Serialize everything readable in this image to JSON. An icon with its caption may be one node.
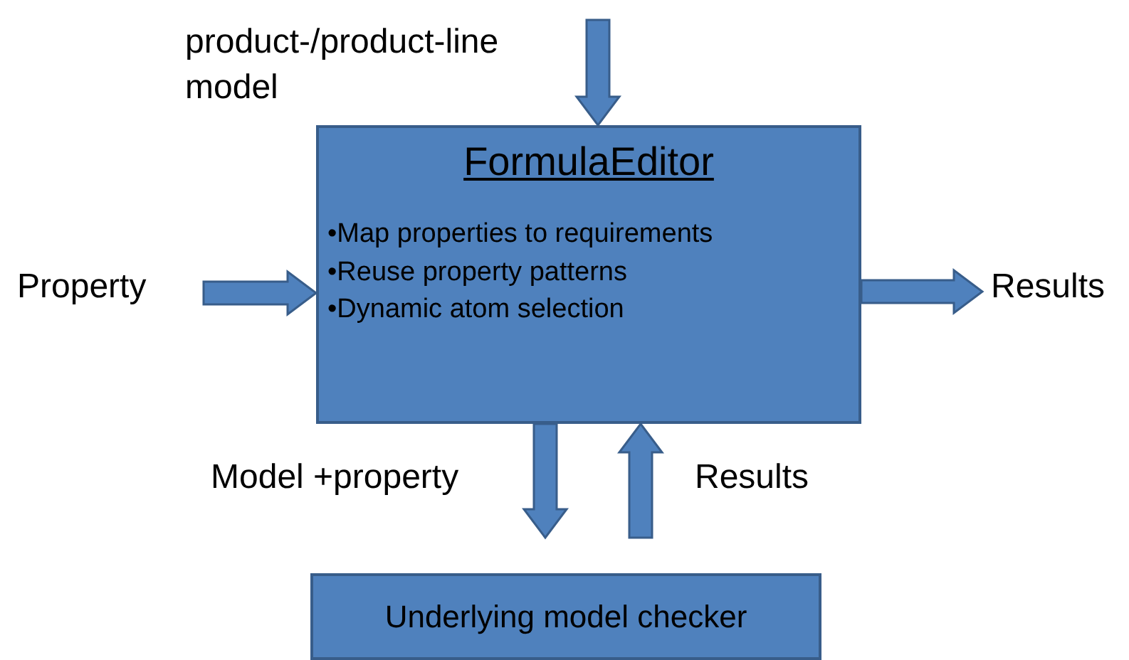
{
  "diagram": {
    "nodes": [
      {
        "text": [
          "product-/product-line model"
        ]
      },
      {
        "text": [
          "Property"
        ]
      },
      {
        "text": [
          "FormulaEditor",
          "•Map properties to requirements",
          "•Reuse property patterns",
          "•Dynamic atom selection"
        ]
      },
      {
        "text": [
          "Results"
        ]
      },
      {
        "text": [
          "Underlying model checker"
        ]
      }
    ],
    "edges": [
      {
        "from": 0,
        "to": 2,
        "arrow": "to"
      },
      {
        "from": 1,
        "to": 2,
        "arrow": "to"
      },
      {
        "from": 2,
        "to": 3,
        "arrow": "to"
      },
      {
        "from": 2,
        "to": 4,
        "arrow": "to",
        "label": "Model +property"
      },
      {
        "from": 4,
        "to": 2,
        "arrow": "to",
        "label": "Results"
      }
    ]
  }
}
